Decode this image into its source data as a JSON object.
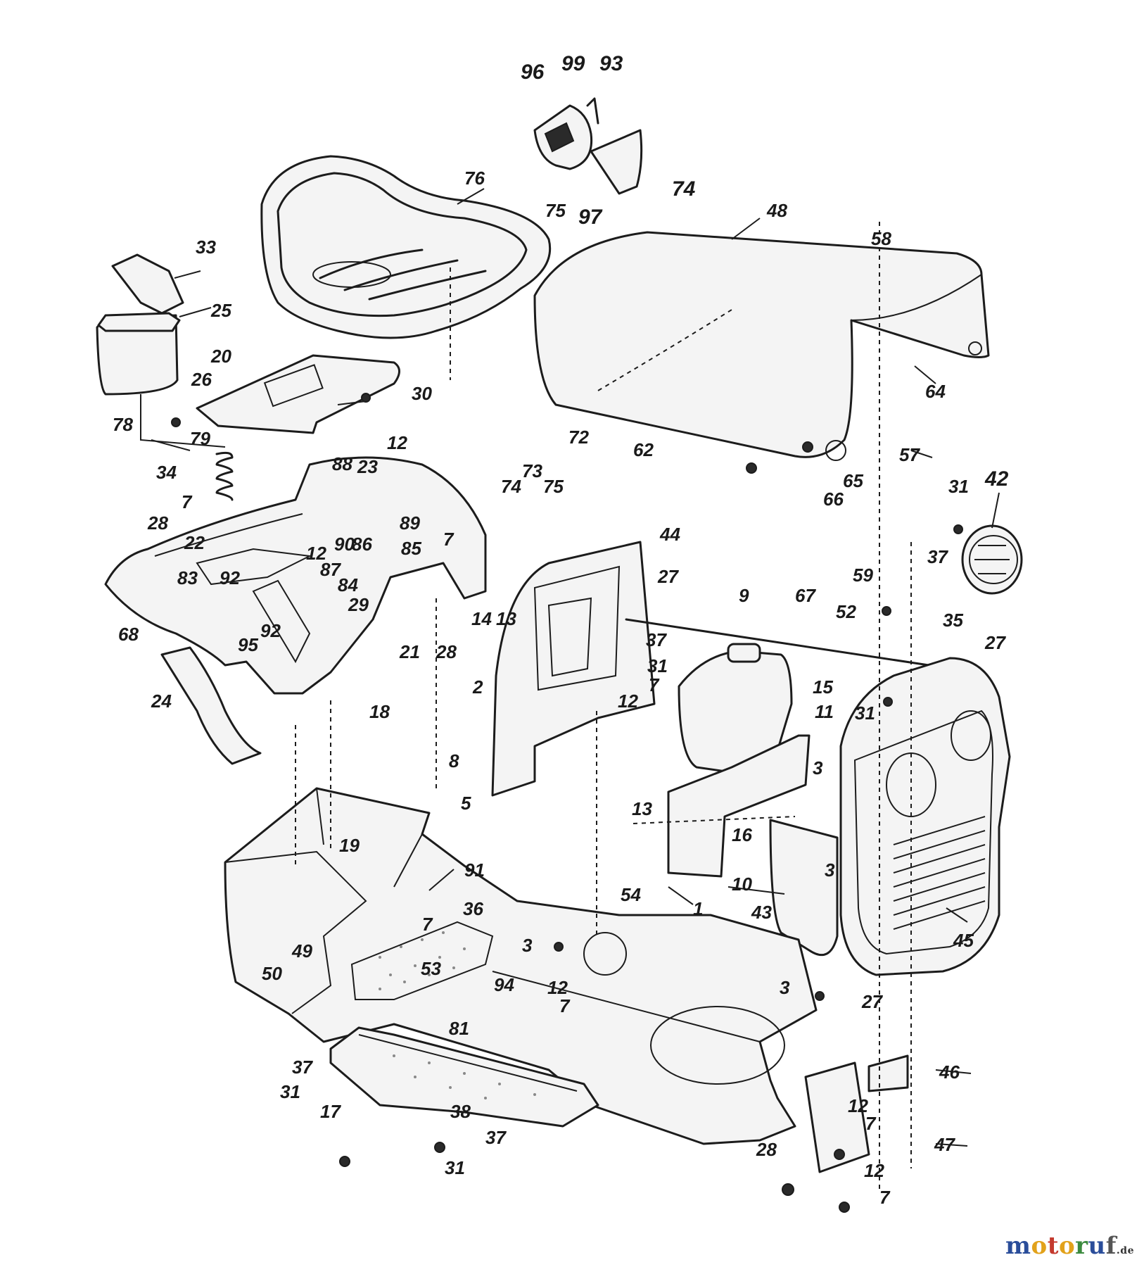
{
  "diagram": {
    "part_labels": [
      "96",
      "99",
      "93",
      "74",
      "75",
      "97",
      "76",
      "48",
      "58",
      "33",
      "25",
      "20",
      "64",
      "26",
      "30",
      "78",
      "79",
      "62",
      "57",
      "12",
      "72",
      "34",
      "88",
      "23",
      "7",
      "73",
      "74",
      "75",
      "65",
      "66",
      "31",
      "42",
      "28",
      "89",
      "22",
      "90",
      "86",
      "85",
      "12",
      "7",
      "44",
      "37",
      "59",
      "83",
      "92",
      "87",
      "84",
      "29",
      "27",
      "9",
      "67",
      "52",
      "27",
      "35",
      "68",
      "95",
      "92",
      "21",
      "28",
      "14",
      "13",
      "37",
      "31",
      "18",
      "7",
      "12",
      "15",
      "11",
      "31",
      "24",
      "2",
      "8",
      "13",
      "3",
      "5",
      "16",
      "10",
      "1",
      "43",
      "3",
      "91",
      "19",
      "54",
      "36",
      "7",
      "49",
      "50",
      "53",
      "94",
      "3",
      "12",
      "7",
      "3",
      "27",
      "45",
      "81",
      "37",
      "31",
      "17",
      "38",
      "46",
      "12",
      "7",
      "47",
      "37",
      "31",
      "28",
      "12",
      "7"
    ]
  },
  "logo": {
    "m": "m",
    "o": "o",
    "t": "t",
    "r": "r",
    "u": "u",
    "f": "f",
    "de": ".de"
  }
}
